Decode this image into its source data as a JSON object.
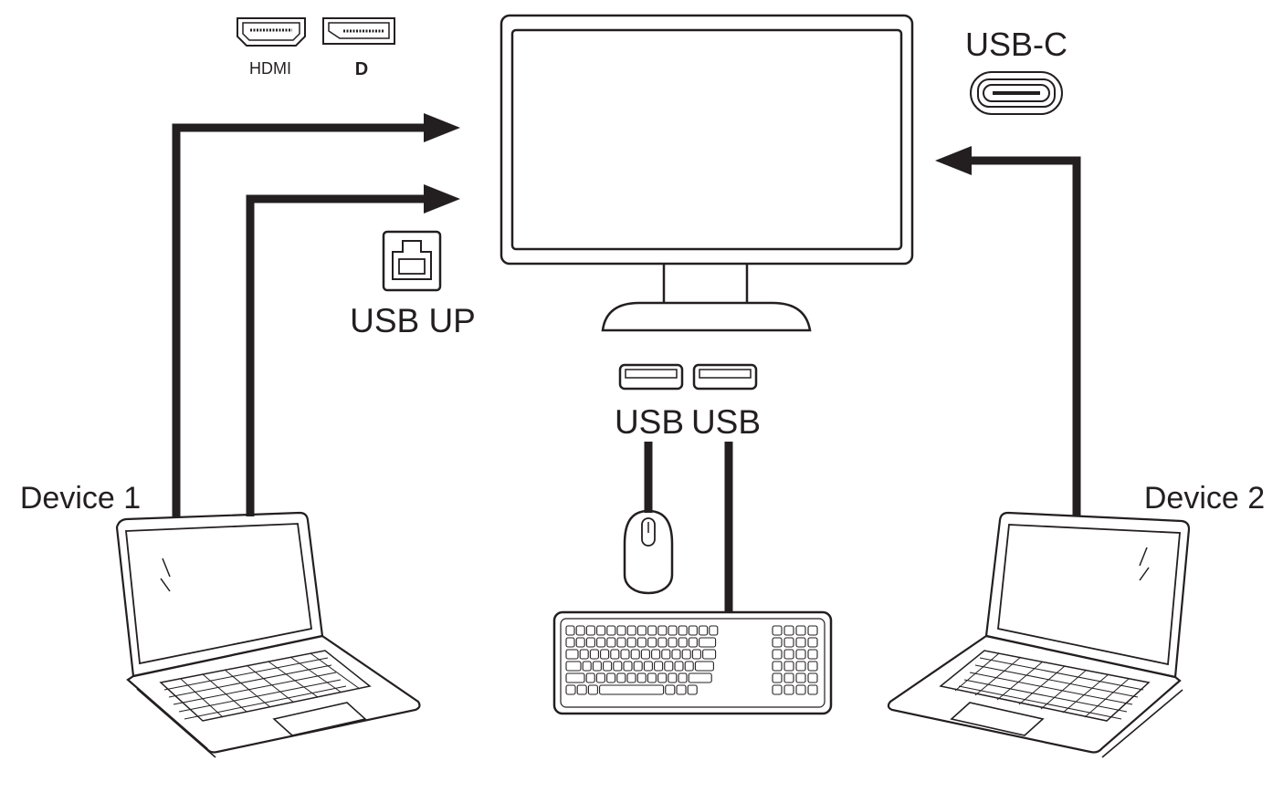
{
  "labels": {
    "hdmi": "HDMI",
    "displayport": "D",
    "usb_c": "USB-C",
    "usb_up": "USB UP",
    "usb_left": "USB",
    "usb_right": "USB",
    "device_1": "Device 1",
    "device_2": "Device 2"
  },
  "colors": {
    "ink": "#231f20",
    "background": "#ffffff"
  },
  "icons": [
    "hdmi-port-icon",
    "displayport-port-icon",
    "usb-c-port-icon",
    "usb-b-port-icon",
    "usb-a-port-icon",
    "monitor-icon",
    "laptop-icon",
    "mouse-icon",
    "keyboard-icon",
    "arrow-icon"
  ]
}
